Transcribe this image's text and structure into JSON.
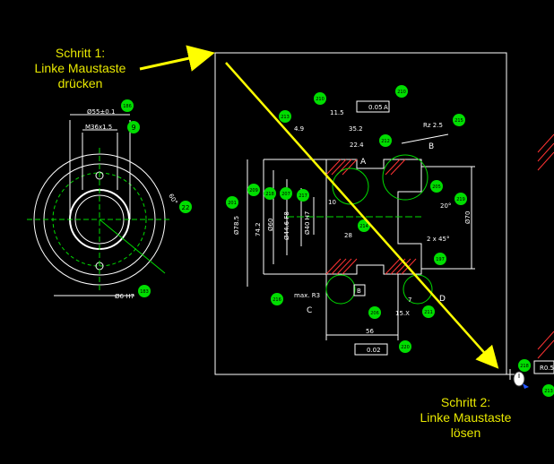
{
  "annotations": {
    "step1": [
      "Schritt 1:",
      "Linke Maustaste",
      "drücken"
    ],
    "step2": [
      "Schritt 2:",
      "Linke Maustaste",
      "lösen"
    ]
  },
  "drawing": {
    "left_view": {
      "dims": [
        "Ø55±0.1",
        "M36x1.5",
        "60°",
        "Ø6 H7"
      ],
      "balloons": [
        "186",
        "9",
        "22",
        "183"
      ]
    },
    "section": {
      "dims": [
        "11.5",
        "4.9",
        "35.2",
        "22.4",
        "Ø78.5",
        "74.2",
        "Ø60",
        "Ø44.6 F8",
        "Ø40 H7",
        "10",
        "28",
        "Ø70",
        "20°",
        "2 x 45°",
        "max. R3",
        "7",
        "15.X",
        "56",
        "0.05",
        "A",
        "0.02",
        "B",
        "Rz 2.5",
        "R0.5"
      ],
      "labels": [
        "A",
        "B",
        "C",
        "D"
      ],
      "balloons": [
        "210",
        "210",
        "213",
        "212",
        "215",
        "201",
        "209",
        "218",
        "207",
        "217",
        "214",
        "205",
        "219",
        "216",
        "206",
        "211",
        "220",
        "197",
        "218",
        "213"
      ]
    }
  },
  "colors": {
    "arrow": "#ffff00",
    "drawing": "#ffffff",
    "hatch": "#ff3333",
    "balloon": "#00dd00",
    "dim": "#00ff00"
  }
}
